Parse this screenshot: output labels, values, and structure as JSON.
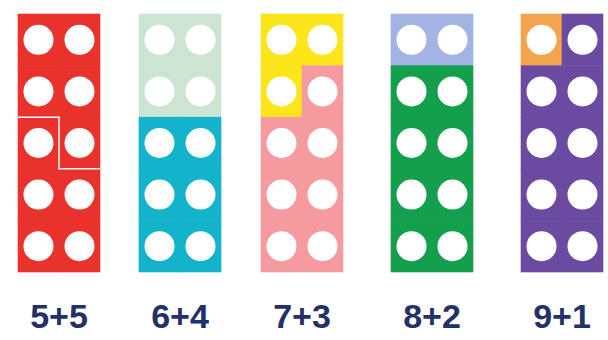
{
  "diagram": {
    "labels": [
      "5+5",
      "6+4",
      "7+3",
      "8+2",
      "9+1"
    ]
  }
}
